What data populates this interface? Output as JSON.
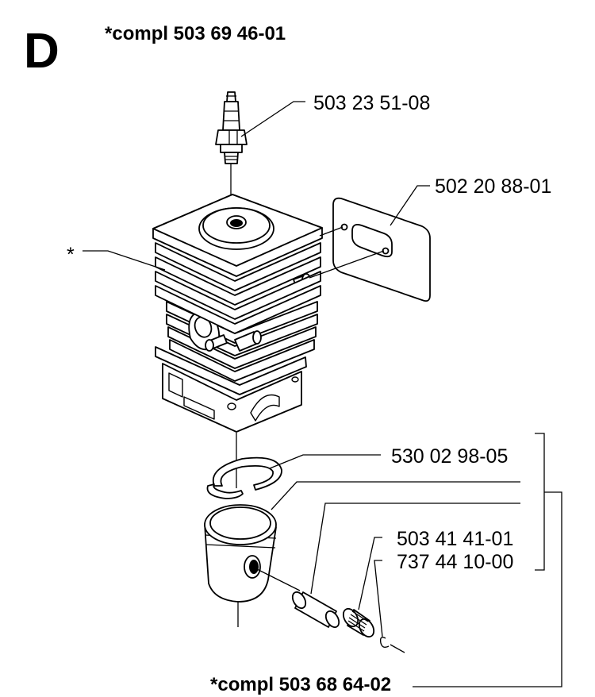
{
  "section": {
    "letter": "D",
    "top_title": "*compl 503 69 46-01",
    "bottom_title": "*compl 503 68 64-02"
  },
  "parts": {
    "spark_plug": "503 23 51-08",
    "gasket": "502 20 88-01",
    "cylinder": "*",
    "piston_ring": "530 02 98-05",
    "needle_bearing": "503 41 41-01",
    "circlip": "737 44 10-00"
  }
}
